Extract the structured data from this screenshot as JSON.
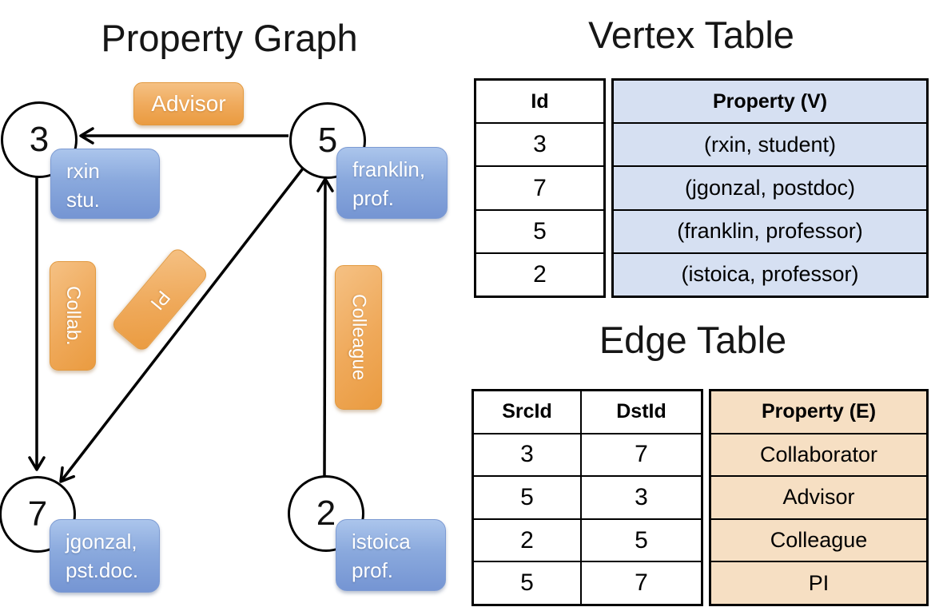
{
  "graph": {
    "title": "Property Graph",
    "nodes": [
      {
        "id": "3",
        "prop_line1": "rxin",
        "prop_line2": "stu."
      },
      {
        "id": "5",
        "prop_line1": "franklin,",
        "prop_line2": "prof."
      },
      {
        "id": "7",
        "prop_line1": "jgonzal,",
        "prop_line2": "pst.doc."
      },
      {
        "id": "2",
        "prop_line1": "istoica",
        "prop_line2": "prof."
      }
    ],
    "edge_labels": {
      "advisor": "Advisor",
      "collaborator": "Collab.",
      "pi": "PI",
      "colleague": "Colleague"
    }
  },
  "vertex_table": {
    "title": "Vertex Table",
    "headers": {
      "id": "Id",
      "property": "Property (V)"
    },
    "rows": [
      {
        "id": "3",
        "property": "(rxin, student)"
      },
      {
        "id": "7",
        "property": "(jgonzal, postdoc)"
      },
      {
        "id": "5",
        "property": "(franklin, professor)"
      },
      {
        "id": "2",
        "property": "(istoica, professor)"
      }
    ]
  },
  "edge_table": {
    "title": "Edge Table",
    "headers": {
      "src": "SrcId",
      "dst": "DstId",
      "property": "Property (E)"
    },
    "rows": [
      {
        "src": "3",
        "dst": "7",
        "property": "Collaborator"
      },
      {
        "src": "5",
        "dst": "3",
        "property": "Advisor"
      },
      {
        "src": "2",
        "dst": "5",
        "property": "Colleague"
      },
      {
        "src": "5",
        "dst": "7",
        "property": "PI"
      }
    ]
  },
  "colors": {
    "edge_pill_orange": "#efa95a",
    "vertex_card_blue": "#8aa9dd",
    "vertex_property_bg": "#d6e0f2",
    "edge_property_bg": "#f6dfc3",
    "line_black": "#000000"
  }
}
